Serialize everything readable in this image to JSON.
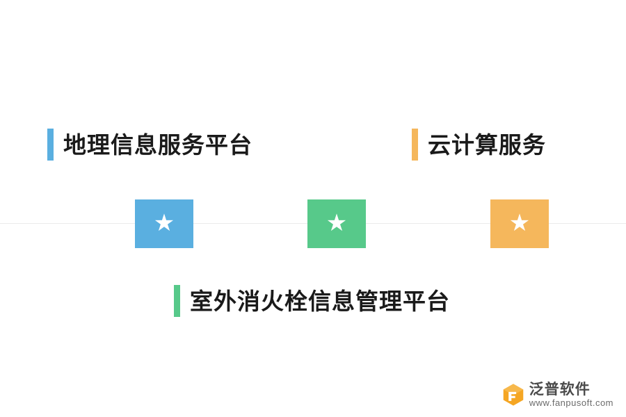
{
  "diagram": {
    "baseline_color": "#ebebeb",
    "labels": [
      {
        "id": "gis",
        "text": "地理信息服务平台",
        "bar_color": "#5aafe0"
      },
      {
        "id": "cloud",
        "text": "云计算服务",
        "bar_color": "#f5b košice"
      },
      {
        "id": "hydrant",
        "text": "室外消火栓信息管理平台",
        "bar_color": "#57c98a"
      }
    ],
    "nodes": [
      {
        "id": "node-1",
        "icon": "star-icon",
        "glyph": "★",
        "color": "#5aafe0"
      },
      {
        "id": "node-2",
        "icon": "star-icon",
        "glyph": "★",
        "color": "#57c98a"
      },
      {
        "id": "node-3",
        "icon": "star-icon",
        "glyph": "★",
        "color": "#f5b75c"
      }
    ]
  },
  "watermark": {
    "name": "泛普软件",
    "url": "www.fanpusoft.com",
    "logo_color": "#f5a623"
  }
}
